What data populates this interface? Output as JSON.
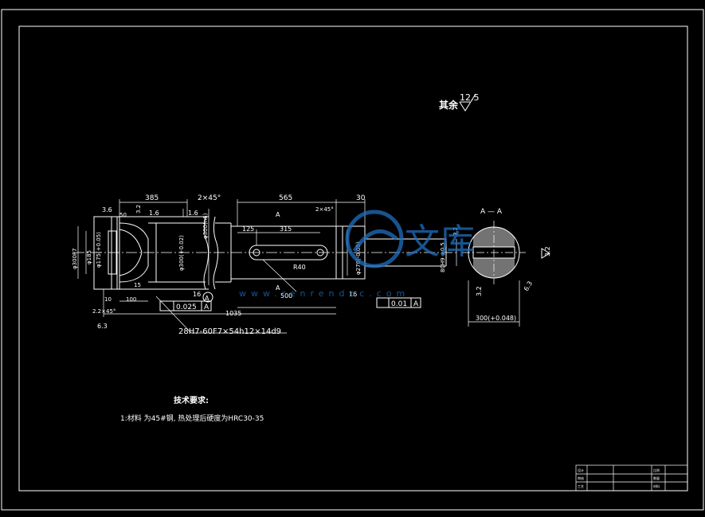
{
  "surface_roughness": {
    "label": "其余",
    "value": "12.5"
  },
  "section_label": "A — A",
  "dims": {
    "d385": "385",
    "d565": "565",
    "d30": "30",
    "d2x15": "2×45°",
    "d2x15b": "2×45°",
    "d16a": "1.6",
    "d16b": "1.6",
    "d32a": "3.2",
    "d32b": "3.2",
    "d32c": "3.2",
    "d32d": "3.2",
    "d125": "125",
    "d315": "315",
    "d500": "500",
    "d1035": "1035",
    "d100": "100",
    "d10": "10",
    "d224": "2.2×45°",
    "d63": "6.3",
    "d63b": "6.3",
    "d50": "50",
    "d36": "3.6",
    "d15": "15",
    "d16c": "16",
    "d16d": "16",
    "r40": "R40",
    "phi300": "φ300F7",
    "phi185": "φ185",
    "phi175": "φ175(+0.05)",
    "phi300k": "φ300(+0.02)",
    "phi270": "φ270(-0.05)",
    "phi300s": "φ300(n6)",
    "kw": "80H9 ±0.5",
    "sec_dim": "300(+0.048)",
    "spline": "28H7-60F7×54h12×14d9",
    "tol1_val": "0.025",
    "tol1_ref": "A",
    "tol2_val": "0.01",
    "tol2_ref": "A",
    "datum": "A",
    "cut_a1": "A",
    "cut_a2": "A"
  },
  "notes": {
    "title": "技术要求:",
    "line1": "1:材料 为45#钢, 热处理后硬度为HRC30-35"
  },
  "watermark": {
    "text": "文库",
    "url": "www.renrendoc.com"
  },
  "title_block": {
    "rows": [
      [
        "设计",
        "",
        "",
        "比例"
      ],
      [
        "审核",
        "",
        "",
        "数量"
      ],
      [
        "工艺",
        "",
        "",
        "材料"
      ]
    ]
  }
}
